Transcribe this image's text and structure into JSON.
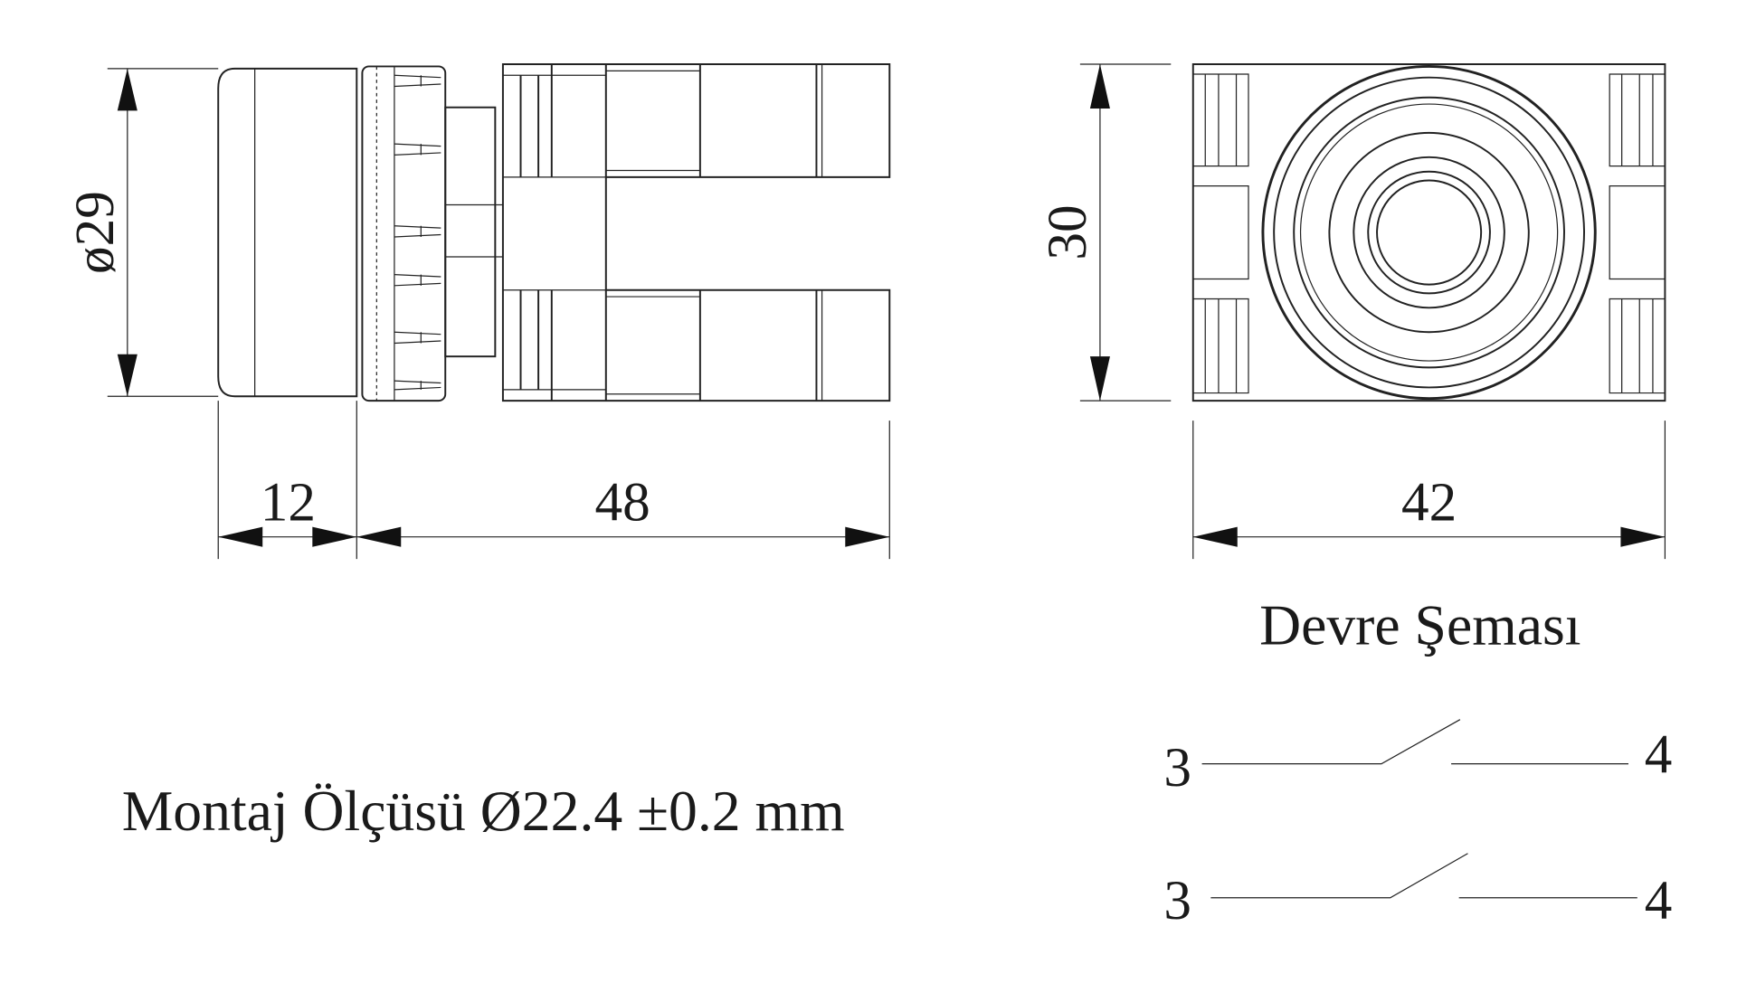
{
  "dimensions": {
    "diameter": "ø29",
    "cap_length": "12",
    "body_length": "48",
    "height": "30",
    "width": "42"
  },
  "circuit": {
    "title": "Devre Şeması",
    "contacts": [
      {
        "from": "3",
        "to": "4"
      },
      {
        "from": "3",
        "to": "4"
      }
    ]
  },
  "mounting": "Montaj Ölçüsü Ø22.4 ±0.2 mm"
}
